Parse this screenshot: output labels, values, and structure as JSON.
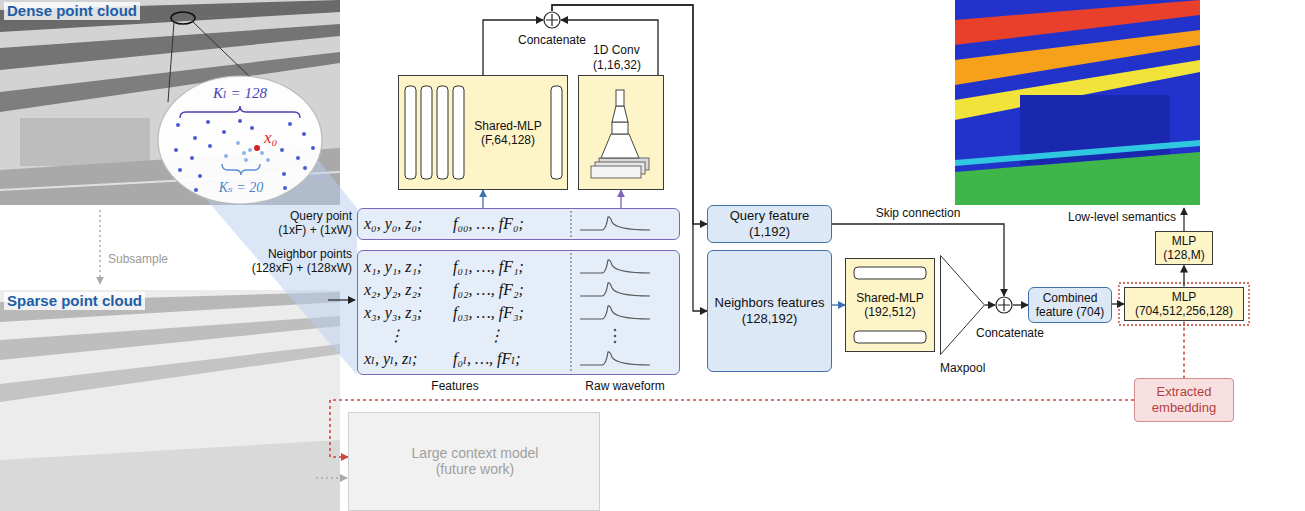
{
  "diagram": {
    "nodes": [
      {
        "text": [
          "Shared-MLP (F,64,128)"
        ]
      },
      {
        "text": [
          "1D Conv (1,16,32)"
        ]
      },
      {
        "text": [
          "Concatenate"
        ]
      },
      {
        "text": [
          "Query point (1xF) + (1xW)",
          "x₀, y₀, z₀;",
          "f₀₀, …, fF₀;"
        ]
      },
      {
        "text": [
          "Neighbor points (128xF) + (128xW)",
          "x₁, y₁, z₁;",
          "f₀₁, …, fF₁;",
          "x₂, y₂, z₂;",
          "f₀₂, …, fF₂;",
          "x₃, y₃, z₃;",
          "f₀₃, …, fF₃;",
          "⋮",
          "⋮",
          "xₗ, yₗ, zₗ;",
          "f₀ₗ, …, fFₗ;"
        ]
      },
      {
        "text": [
          "Query feature (1,192)"
        ]
      },
      {
        "text": [
          "Neighbors features (128,192)"
        ]
      },
      {
        "text": [
          "Shared-MLP (192,512)"
        ]
      },
      {
        "text": [
          "Maxpool"
        ]
      },
      {
        "text": [
          "Concatenate"
        ]
      },
      {
        "text": [
          "Combined feature (704)"
        ]
      },
      {
        "text": [
          "MLP (704,512,256,128)"
        ]
      },
      {
        "text": [
          "MLP (128,M)"
        ]
      },
      {
        "text": [
          "Extracted embedding"
        ]
      },
      {
        "text": [
          "Large context model (future work)"
        ]
      }
    ],
    "edges": [
      {
        "from": 3,
        "to": 0,
        "arrow": "to"
      },
      {
        "from": 3,
        "to": 1,
        "arrow": "to"
      },
      {
        "from": 0,
        "to": 2,
        "arrow": "to"
      },
      {
        "from": 1,
        "to": 2,
        "arrow": "to"
      },
      {
        "from": 2,
        "to": 5,
        "arrow": "to"
      },
      {
        "from": 2,
        "to": 6,
        "arrow": "to"
      },
      {
        "from": 6,
        "to": 7,
        "arrow": "to"
      },
      {
        "from": 8,
        "to": 9,
        "arrow": "to"
      },
      {
        "from": 5,
        "to": 9,
        "label": "Skip connection",
        "arrow": "to"
      },
      {
        "from": 9,
        "to": 10,
        "arrow": "to"
      },
      {
        "from": 10,
        "to": 11,
        "arrow": "to"
      },
      {
        "from": 11,
        "to": 12,
        "arrow": "to"
      },
      {
        "from": 11,
        "to": 13,
        "arrow": "none"
      },
      {
        "from": 13,
        "to": 14,
        "arrow": "to"
      }
    ],
    "labels": [
      "Dense point cloud",
      "Kₗ = 128",
      "Kₛ = 20",
      "x₀",
      "Subsample",
      "Sparse point cloud",
      "Features",
      "Raw waveform",
      "Low-level semantics"
    ]
  }
}
